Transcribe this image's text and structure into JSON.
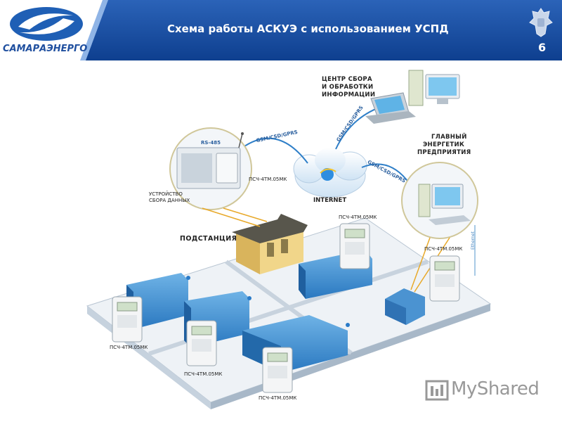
{
  "header": {
    "logo_text": "САМАРАЭНЕРГО",
    "title": "Схема работы АСКУЭ с использованием УСПД",
    "slide_number": "6"
  },
  "diagram": {
    "center_label_lines": [
      "ЦЕНТР СБОРА",
      "И ОБРАБОТКИ",
      "ИНФОРМАЦИИ"
    ],
    "main_engineer_lines": [
      "ГЛАВНЫЙ",
      "ЭНЕРГЕТИК",
      "ПРЕДПРИЯТИЯ"
    ],
    "gsm_link": "GSM/CSD/GPRS",
    "internet": "INTERNET",
    "rs485": "RS-485",
    "collector_device_lines": [
      "УСТРОЙСТВО",
      "СБОРА ДАННЫХ"
    ],
    "substation": "ПОДСТАНЦИЯ",
    "meter_model": "ПСЧ-4ТМ.05МК",
    "ethernet": "Ethernet"
  },
  "watermark": {
    "text": "MyShared"
  }
}
